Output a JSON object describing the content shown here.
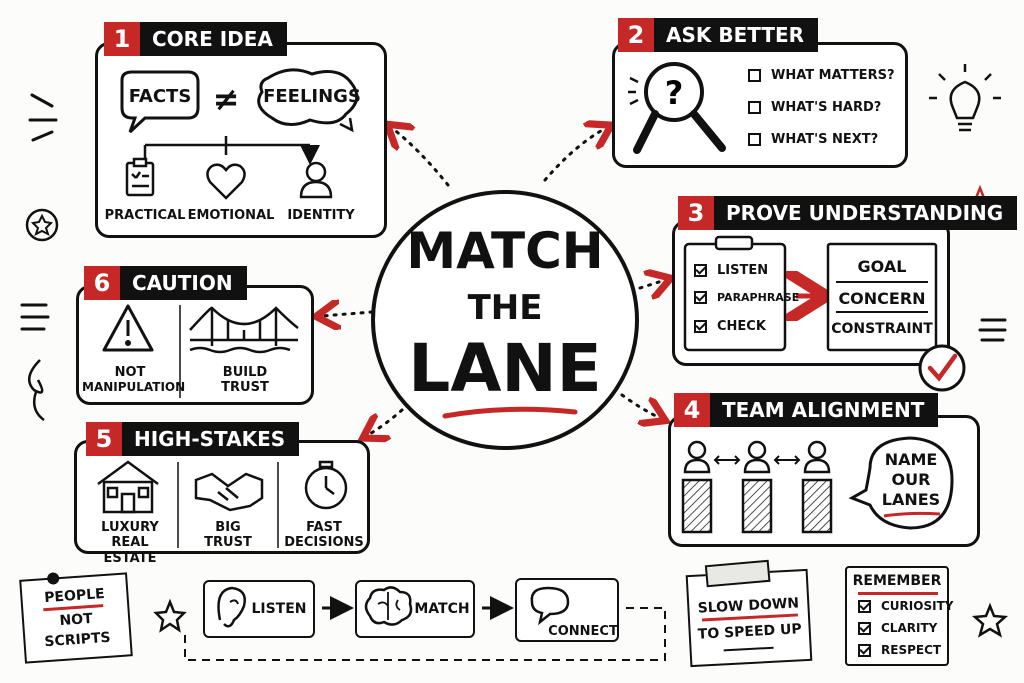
{
  "center": {
    "line1": "MATCH",
    "line2": "THE",
    "line3": "LANE"
  },
  "sections": {
    "core": {
      "num": "1",
      "title": "CORE IDEA",
      "left_bubble": "FACTS",
      "neq": "≠",
      "right_bubble": "FEELINGS",
      "items": [
        "PRACTICAL",
        "EMOTIONAL",
        "IDENTITY"
      ]
    },
    "ask": {
      "num": "2",
      "title": "ASK BETTER",
      "questions": [
        "WHAT MATTERS?",
        "WHAT'S HARD?",
        "WHAT'S NEXT?"
      ]
    },
    "prove": {
      "num": "3",
      "title": "PROVE UNDERSTANDING",
      "steps": [
        "LISTEN",
        "PARAPHRASE",
        "CHECK"
      ],
      "outcomes": [
        "GOAL",
        "CONCERN",
        "CONSTRAINT"
      ]
    },
    "team": {
      "num": "4",
      "title": "TEAM ALIGNMENT",
      "bubble_lines": [
        "NAME",
        "OUR",
        "LANES"
      ]
    },
    "stakes": {
      "num": "5",
      "title": "HIGH-STAKES",
      "items": [
        [
          "LUXURY",
          "REAL ESTATE"
        ],
        [
          "BIG",
          "TRUST"
        ],
        [
          "FAST",
          "DECISIONS"
        ]
      ]
    },
    "caution": {
      "num": "6",
      "title": "CAUTION",
      "items": [
        [
          "NOT",
          "MANIPULATION"
        ],
        [
          "BUILD",
          "TRUST"
        ]
      ]
    }
  },
  "footer": {
    "note_left": [
      "PEOPLE",
      "NOT",
      "SCRIPTS"
    ],
    "flow": [
      "LISTEN",
      "MATCH",
      "CONNECT"
    ],
    "note_right": [
      "SLOW DOWN",
      "TO SPEED UP"
    ],
    "remember": {
      "title": "REMEMBER",
      "items": [
        "CURIOSITY",
        "CLARITY",
        "RESPECT"
      ]
    }
  },
  "colors": {
    "accent": "#c62828",
    "ink": "#111111",
    "paper": "#fcfcfa"
  }
}
